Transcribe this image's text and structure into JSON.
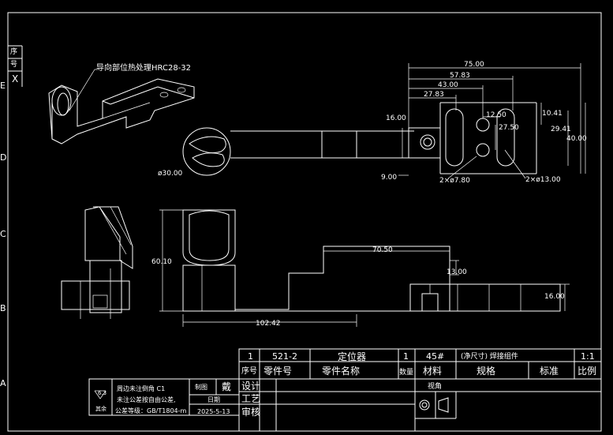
{
  "colors": {
    "background": "#000000",
    "line": "#ffffff"
  },
  "left_strip": {
    "header_line1": "序",
    "header_line2": "号",
    "mark": "X"
  },
  "zone_letters": [
    "E",
    "D",
    "C",
    "B",
    "A"
  ],
  "annotations": {
    "heat_treatment": "导向部位热处理HRC28-32"
  },
  "dimensions": {
    "d75": "75.00",
    "d5783": "57.83",
    "d43": "43.00",
    "d2783": "27.83",
    "d16": "16.00",
    "d1250": "12.50",
    "d2750": "27.50",
    "d1041": "10.41",
    "d2941": "29.41",
    "d40": "40.00",
    "phi30": "ø30.00",
    "d9": "9.00",
    "holes_small": "2×ø7.80",
    "holes_large": "2×ø13.00",
    "d6010": "60.10",
    "d7050": "70.50",
    "d13": "13.00",
    "d16b": "16.00",
    "d10242": "102.42"
  },
  "title_block": {
    "row1": {
      "seq": "1",
      "part_no": "521-2",
      "part_name": "定位器",
      "qty": "1",
      "material": "45#",
      "spec": "(净尺寸) 焊接组件",
      "scale": "1:1"
    },
    "header": {
      "seq": "序号",
      "part_no": "零件号",
      "part_name": "零件名称",
      "qty": "数量",
      "material": "材料",
      "spec": "规格",
      "standard": "标准",
      "scale": "比例"
    },
    "roles": {
      "design": "设计",
      "process": "工艺",
      "review": "审核"
    },
    "view_label": "视角",
    "notes": {
      "surface_value": "6.3",
      "surface_label": "其余",
      "line1": "周边未注倒角 C1",
      "line2": "未注公差按自由公差,",
      "line3": "公差等级：GB/T1804-m"
    },
    "drafter": {
      "label": "制图",
      "name": "戴"
    },
    "date": {
      "label": "日期",
      "value": "2025-5-13"
    }
  }
}
